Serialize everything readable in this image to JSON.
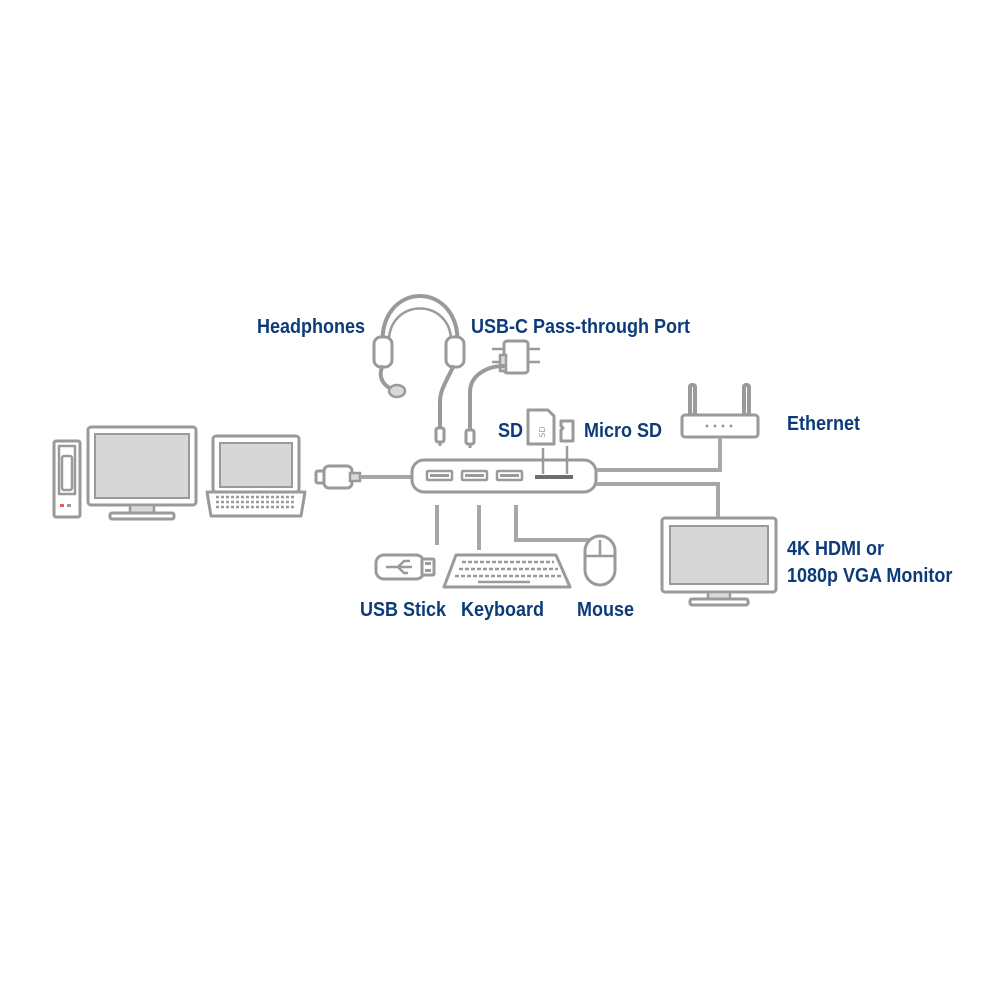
{
  "labels": {
    "headphones": "Headphones",
    "usbc_pass_through": "USB-C Pass-through Port",
    "sd": "SD",
    "micro_sd": "Micro SD",
    "ethernet": "Ethernet",
    "monitor_line1": "4K HDMI or",
    "monitor_line2": "1080p VGA Monitor",
    "usb_stick": "USB Stick",
    "keyboard": "Keyboard",
    "mouse": "Mouse"
  },
  "colors": {
    "label_text": "#0d3b7a",
    "device_line": "#9a9a9a",
    "device_fill": "#d7d7d7",
    "background": "#ffffff"
  }
}
